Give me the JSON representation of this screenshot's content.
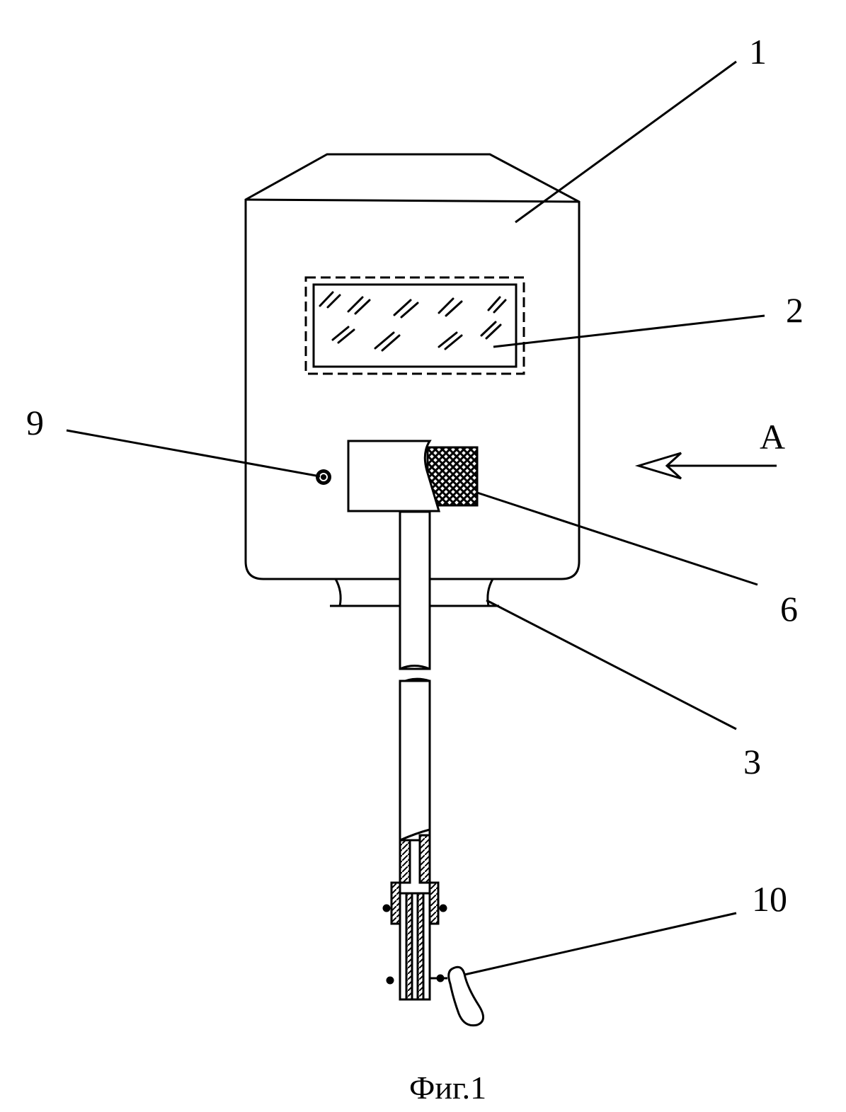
{
  "labels": {
    "l1": "1",
    "l2": "2",
    "l9": "9",
    "lA": "A",
    "l6": "6",
    "l3": "3",
    "l10": "10"
  },
  "caption": "Фиг.1",
  "colors": {
    "ink": "#000000",
    "paper": "#ffffff"
  }
}
